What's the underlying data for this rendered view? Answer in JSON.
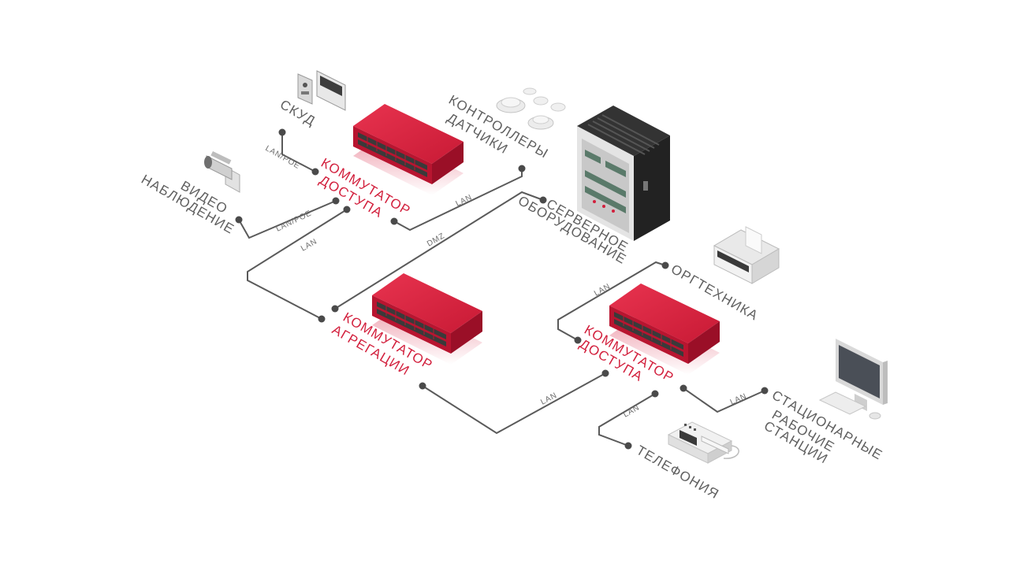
{
  "nodes": {
    "skud": "СКУД",
    "video": [
      "ВИДЕО",
      "НАБЛЮДЕНИЕ"
    ],
    "controllers": [
      "КОНТРОЛЛЕРЫ",
      "ДАТЧИКИ"
    ],
    "server": [
      "СЕРВЕРНОЕ",
      "ОБОРУДОВАНИЕ"
    ],
    "office": "ОРГТЕХНИКА",
    "workstations": [
      "СТАЦИОНАРНЫЕ",
      "РАБОЧИЕ",
      "СТАНЦИИ"
    ],
    "telephony": "ТЕЛЕФОНИЯ",
    "access_switch_1": [
      "КОММУТАТОР",
      "ДОСТУПА"
    ],
    "aggregation_switch": [
      "КОММУТАТОР",
      "АГРЕГАЦИИ"
    ],
    "access_switch_2": [
      "КОММУТАТОР",
      "ДОСТУПА"
    ]
  },
  "links": {
    "skud": "LAN/POE",
    "video": "LAN/POE",
    "access1_agg": "LAN",
    "controllers": "LAN",
    "dmz": "DMZ",
    "office": "LAN",
    "agg_access2": "LAN",
    "telephony": "LAN",
    "workstations": "LAN"
  },
  "colors": {
    "accent": "#d21f3c",
    "wire": "#5a5a5a",
    "text": "#5f5f5f"
  },
  "icons": [
    "access-control-panel-icon",
    "cctv-camera-icon",
    "smoke-sensor-icon",
    "server-rack-icon",
    "printer-icon",
    "desktop-computer-icon",
    "desk-phone-icon",
    "network-switch-icon"
  ]
}
